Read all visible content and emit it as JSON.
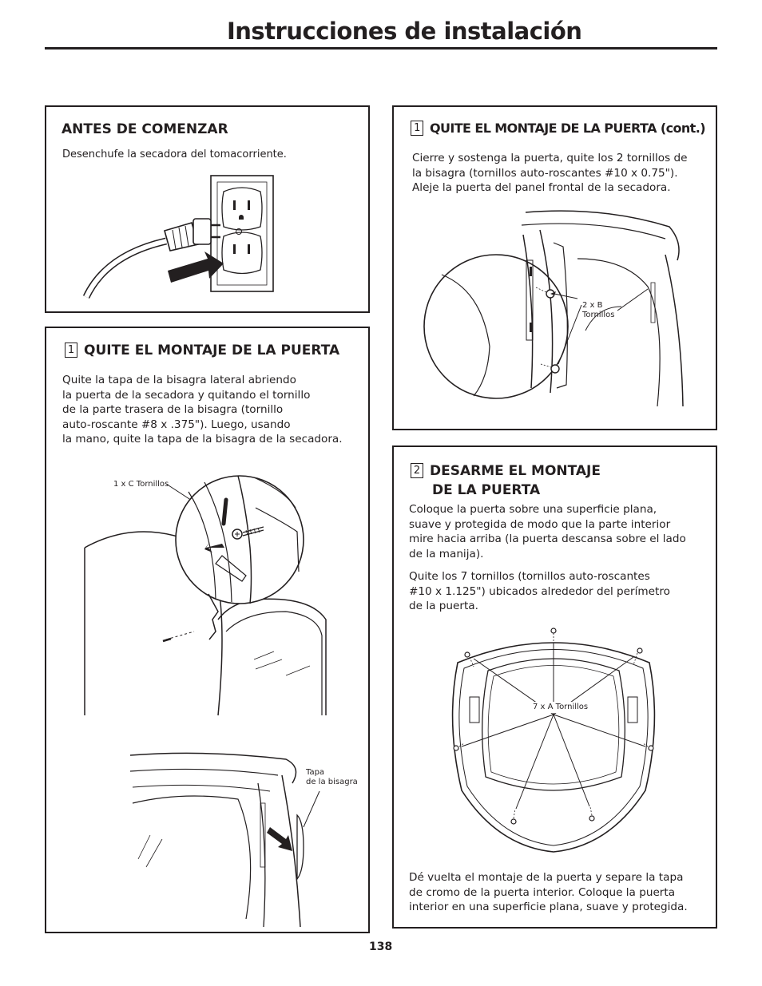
{
  "page": {
    "title": "Instrucciones de instalación",
    "page_number": "138"
  },
  "antes": {
    "heading": "ANTES DE COMENZAR",
    "text": "Desenchufe la secadora del tomacorriente."
  },
  "step1": {
    "number": "1",
    "heading": "QUITE EL MONTAJE DE LA PUERTA",
    "lines": [
      "Quite la tapa de la bisagra lateral abriendo",
      "la puerta de la secadora y quitando el tornillo",
      "de la parte trasera de la bisagra (tornillo",
      "auto-roscante #8 x .375\"). Luego, usando",
      "la mano, quite la tapa de la bisagra de la secadora."
    ],
    "label_screws": "1 x C Tornillos",
    "label_cover_1": "Tapa",
    "label_cover_2": "de la bisagra"
  },
  "step1_cont": {
    "number": "1",
    "heading": "QUITE EL MONTAJE DE LA PUERTA (cont.)",
    "lines": [
      "Cierre y sostenga la puerta, quite los 2 tornillos de",
      "la bisagra (tornillos auto-roscantes #10 x 0.75\").",
      "Aleje la puerta del panel frontal de la secadora."
    ],
    "label_screws_1": "2 x B",
    "label_screws_2": "Tornillos"
  },
  "step2": {
    "number": "2",
    "heading_1": "DESARME EL MONTAJE",
    "heading_2": "DE LA PUERTA",
    "para1": [
      "Coloque la puerta sobre una superficie plana,",
      "suave y protegida de modo que la parte interior",
      "mire hacia arriba (la puerta descansa sobre el lado",
      "de la manija)."
    ],
    "para2": [
      "Quite los 7 tornillos (tornillos auto-roscantes",
      "#10 x 1.125\") ubicados alrededor del perímetro",
      "de la puerta."
    ],
    "label_screws": "7 x A Tornillos",
    "para3": [
      "Dé vuelta el montaje de la puerta y separe la tapa",
      "de cromo de la puerta interior. Coloque la puerta",
      "interior en una superficie plana, suave y protegida."
    ]
  }
}
